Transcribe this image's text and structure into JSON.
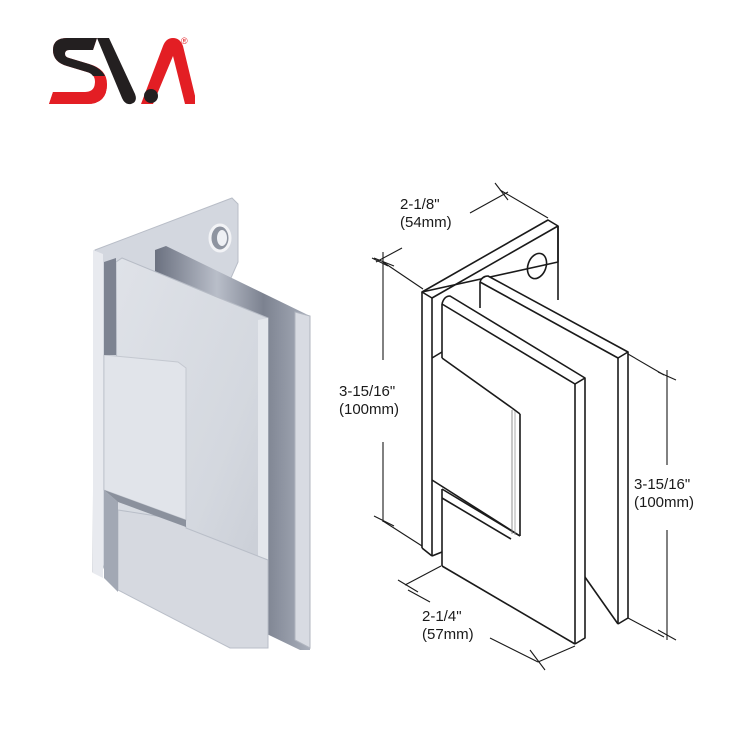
{
  "brand": {
    "name": "SVA",
    "registered_mark": "®",
    "colors": {
      "dark": "#231f20",
      "red": "#e31e24"
    }
  },
  "product": {
    "type": "glass-to-wall shower hinge",
    "finish": "polished chrome"
  },
  "dimensions": {
    "top_width": {
      "imperial": "2-1/8\"",
      "metric": "(54mm)"
    },
    "left_height": {
      "imperial": "3-15/16\"",
      "metric": "(100mm)"
    },
    "right_height": {
      "imperial": "3-15/16\"",
      "metric": "(100mm)"
    },
    "bottom_width": {
      "imperial": "2-1/4\"",
      "metric": "(57mm)"
    }
  }
}
